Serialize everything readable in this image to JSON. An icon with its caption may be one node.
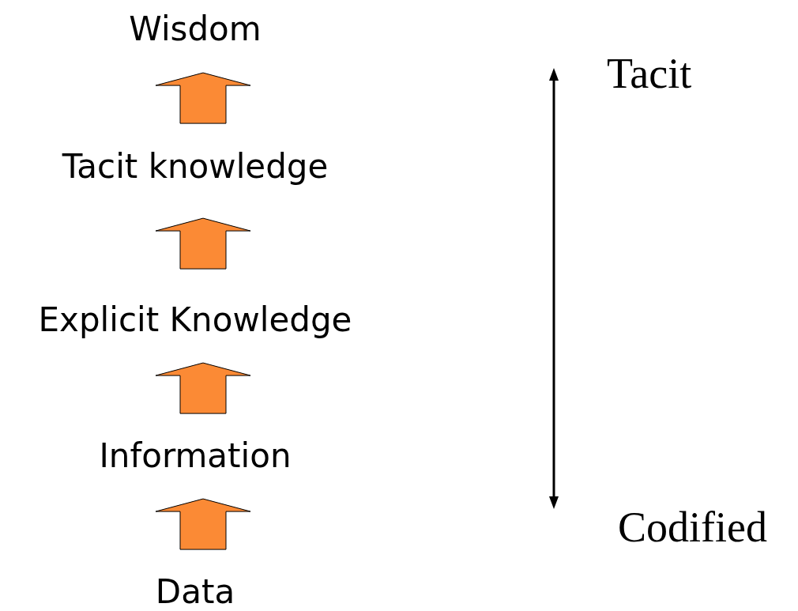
{
  "diagram": {
    "nodes": [
      {
        "text": [
          "Wisdom"
        ]
      },
      {
        "text": [
          "Tacit knowledge"
        ]
      },
      {
        "text": [
          "Explicit Knowledge"
        ]
      },
      {
        "text": [
          "Information"
        ]
      },
      {
        "text": [
          "Data"
        ]
      }
    ],
    "edges": [
      {
        "from": 4,
        "to": 3,
        "arrow": "to"
      },
      {
        "from": 3,
        "to": 2,
        "arrow": "to"
      },
      {
        "from": 2,
        "to": 1,
        "arrow": "to"
      },
      {
        "from": 1,
        "to": 0,
        "arrow": "to"
      }
    ],
    "labels": [
      "Tacit",
      "Codified"
    ]
  }
}
